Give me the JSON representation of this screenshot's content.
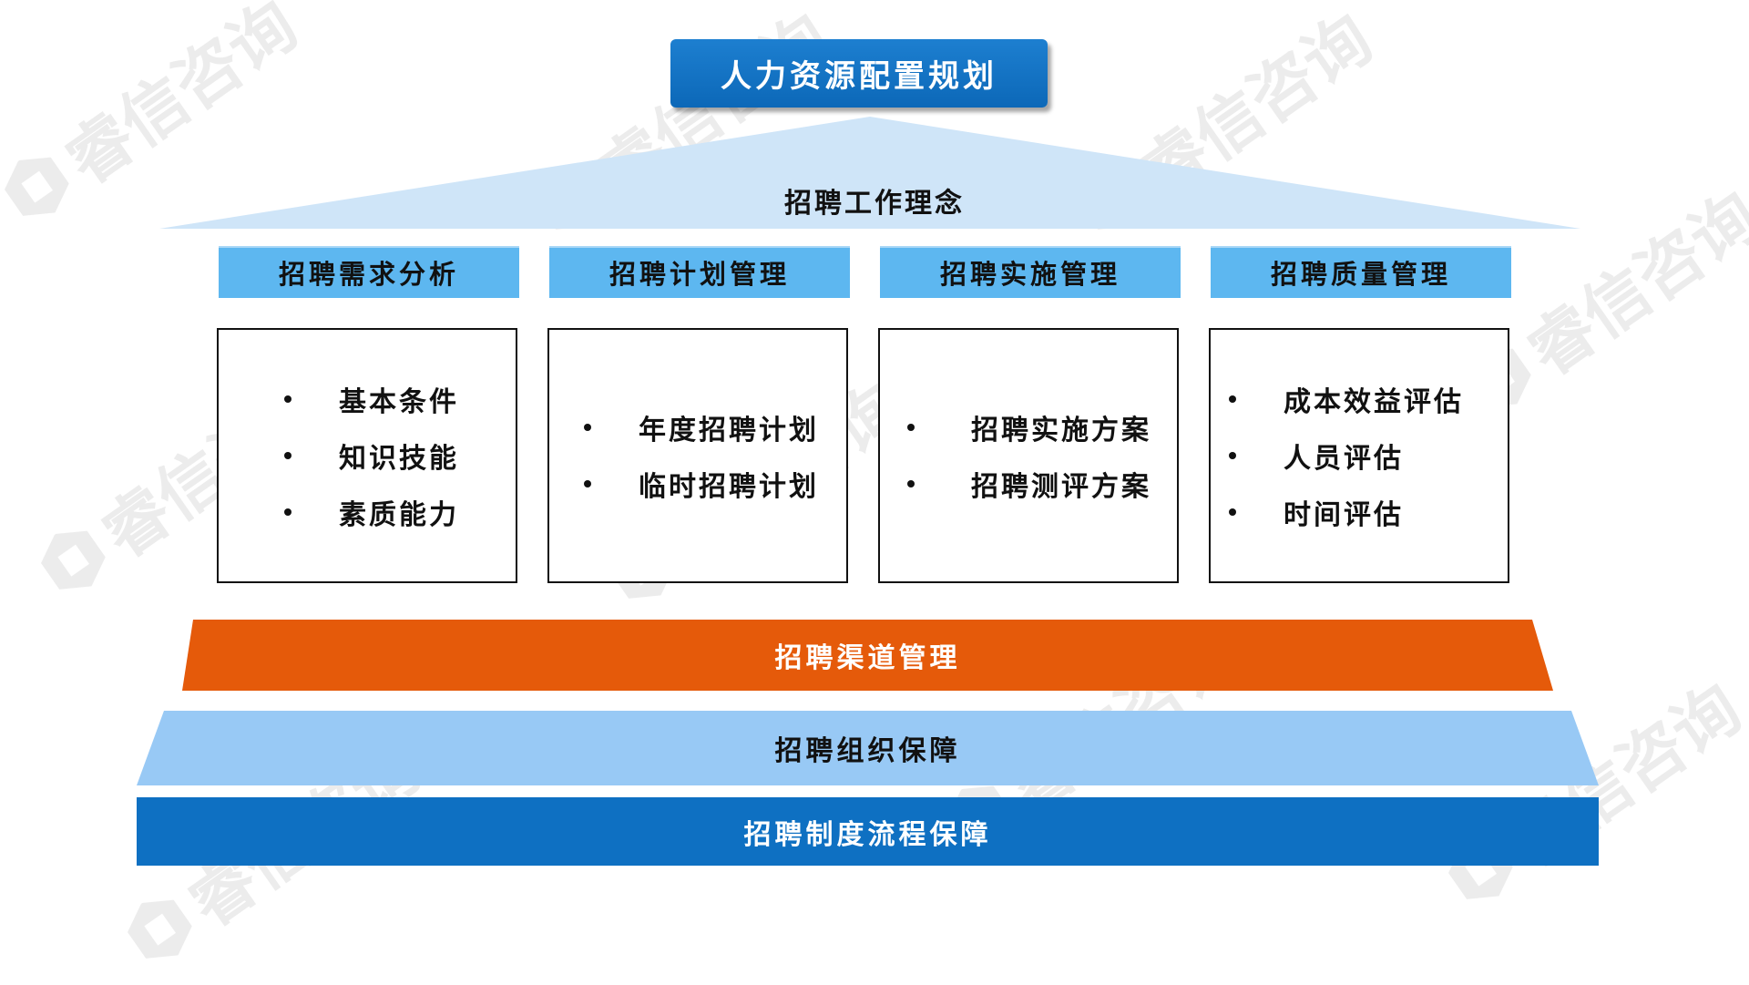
{
  "title": "人力资源配置规划",
  "roof": {
    "label": "招聘工作理念"
  },
  "columns": [
    {
      "header": "招聘需求分析",
      "items": [
        "基本条件",
        "知识技能",
        "素质能力"
      ]
    },
    {
      "header": "招聘计划管理",
      "items": [
        "年度招聘计划",
        "临时招聘计划"
      ]
    },
    {
      "header": "招聘实施管理",
      "items": [
        "招聘实施方案",
        "招聘测评方案"
      ]
    },
    {
      "header": "招聘质量管理",
      "items": [
        "成本效益评估",
        "人员评估",
        "时间评估"
      ]
    }
  ],
  "bands": {
    "channel": "招聘渠道管理",
    "organization": "招聘组织保障",
    "system": "招聘制度流程保障"
  },
  "watermark": "睿信咨询",
  "colors": {
    "title_blue": "#0c68b8",
    "roof": "#cfe5f8",
    "header_blue": "#5db7f0",
    "orange": "#e55a0a",
    "light_blue": "#98c9f5",
    "dark_blue": "#0e70c2"
  }
}
